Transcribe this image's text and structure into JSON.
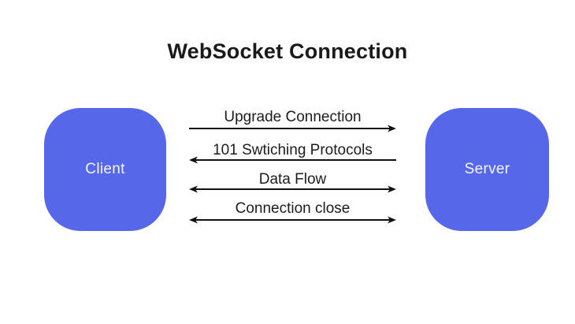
{
  "title": "WebSocket Connection",
  "nodes": {
    "client": {
      "label": "Client"
    },
    "server": {
      "label": "Server"
    }
  },
  "messages": [
    {
      "label": "Upgrade Connection",
      "direction": "client_to_server"
    },
    {
      "label": "101 Swtiching Protocols",
      "direction": "server_to_client"
    },
    {
      "label": "Data Flow",
      "direction": "bidirectional"
    },
    {
      "label": "Connection close",
      "direction": "bidirectional"
    }
  ],
  "colors": {
    "background": "#ffffff",
    "title_text": "#1a1a1a",
    "label_text": "#1c1c1c",
    "arrow": "#111111",
    "node_fill": "#5767ea",
    "node_text": "#f5f6ff"
  }
}
